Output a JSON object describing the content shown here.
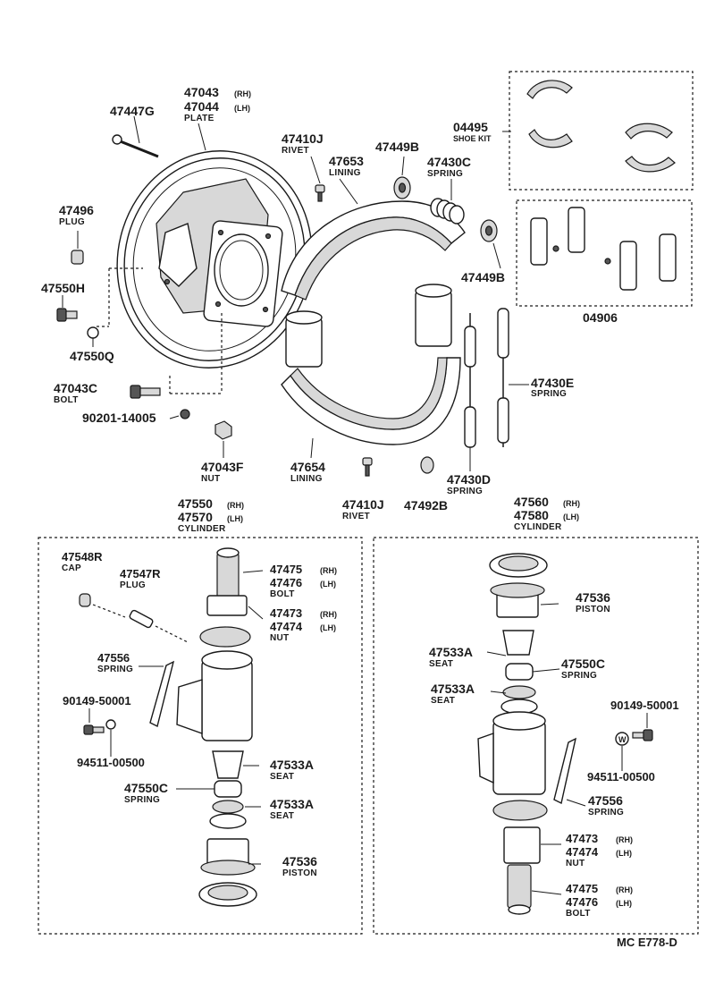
{
  "diagram_code": "MC E778-D",
  "backing_plate": {
    "pn_rh": "47043",
    "pn_lh": "47044",
    "rh": "(RH)",
    "lh": "(LH)",
    "name": "PLATE"
  },
  "bolt_47447g": {
    "pn": "47447G"
  },
  "plug_47496": {
    "pn": "47496",
    "name": "PLUG"
  },
  "part_47550h": {
    "pn": "47550H"
  },
  "part_47550q": {
    "pn": "47550Q"
  },
  "bolt_47043c": {
    "pn": "47043C",
    "name": "BOLT"
  },
  "part_90201": {
    "pn": "90201-14005"
  },
  "nut_47043f": {
    "pn": "47043F",
    "name": "NUT"
  },
  "rivet_top": {
    "pn": "47410J",
    "name": "RIVET"
  },
  "lining_47653": {
    "pn": "47653",
    "name": "LINING"
  },
  "part_47449b_top": {
    "pn": "47449B"
  },
  "spring_47430c": {
    "pn": "47430C",
    "name": "SPRING"
  },
  "part_47449b_right": {
    "pn": "47449B"
  },
  "shoe_kit": {
    "pn": "04495",
    "name": "SHOE KIT"
  },
  "kit_04906": {
    "pn": "04906"
  },
  "spring_47430e": {
    "pn": "47430E",
    "name": "SPRING"
  },
  "spring_47430d": {
    "pn": "47430D",
    "name": "SPRING"
  },
  "lining_47654": {
    "pn": "47654",
    "name": "LINING"
  },
  "rivet_bottom": {
    "pn": "47410J",
    "name": "RIVET"
  },
  "part_47492b": {
    "pn": "47492B"
  },
  "cylinder_left": {
    "pn_rh": "47550",
    "pn_lh": "47570",
    "rh": "(RH)",
    "lh": "(LH)",
    "name": "CYLINDER",
    "cap": {
      "pn": "47548R",
      "name": "CAP"
    },
    "plug": {
      "pn": "47547R",
      "name": "PLUG"
    },
    "bolt": {
      "pn_rh": "47475",
      "pn_lh": "47476",
      "rh": "(RH)",
      "lh": "(LH)",
      "name": "BOLT"
    },
    "nut": {
      "pn_rh": "47473",
      "pn_lh": "47474",
      "rh": "(RH)",
      "lh": "(LH)",
      "name": "NUT"
    },
    "spring_47556": {
      "pn": "47556",
      "name": "SPRING"
    },
    "screw": {
      "pn": "90149-50001"
    },
    "washer": {
      "pn": "94511-00500"
    },
    "seat_upper": {
      "pn": "47533A",
      "name": "SEAT"
    },
    "spring_47550c": {
      "pn": "47550C",
      "name": "SPRING"
    },
    "seat_lower": {
      "pn": "47533A",
      "name": "SEAT"
    },
    "piston": {
      "pn": "47536",
      "name": "PISTON"
    }
  },
  "cylinder_right": {
    "pn_rh": "47560",
    "pn_lh": "47580",
    "rh": "(RH)",
    "lh": "(LH)",
    "name": "CYLINDER",
    "piston": {
      "pn": "47536",
      "name": "PISTON"
    },
    "seat_upper": {
      "pn": "47533A",
      "name": "SEAT"
    },
    "spring_47550c": {
      "pn": "47550C",
      "name": "SPRING"
    },
    "seat_lower": {
      "pn": "47533A",
      "name": "SEAT"
    },
    "screw": {
      "pn": "90149-50001"
    },
    "washer": {
      "pn": "94511-00500"
    },
    "washer_mark": "W",
    "spring_47556": {
      "pn": "47556",
      "name": "SPRING"
    },
    "nut": {
      "pn_rh": "47473",
      "pn_lh": "47474",
      "rh": "(RH)",
      "lh": "(LH)",
      "name": "NUT"
    },
    "bolt": {
      "pn_rh": "47475",
      "pn_lh": "47476",
      "rh": "(RH)",
      "lh": "(LH)",
      "name": "BOLT"
    }
  }
}
